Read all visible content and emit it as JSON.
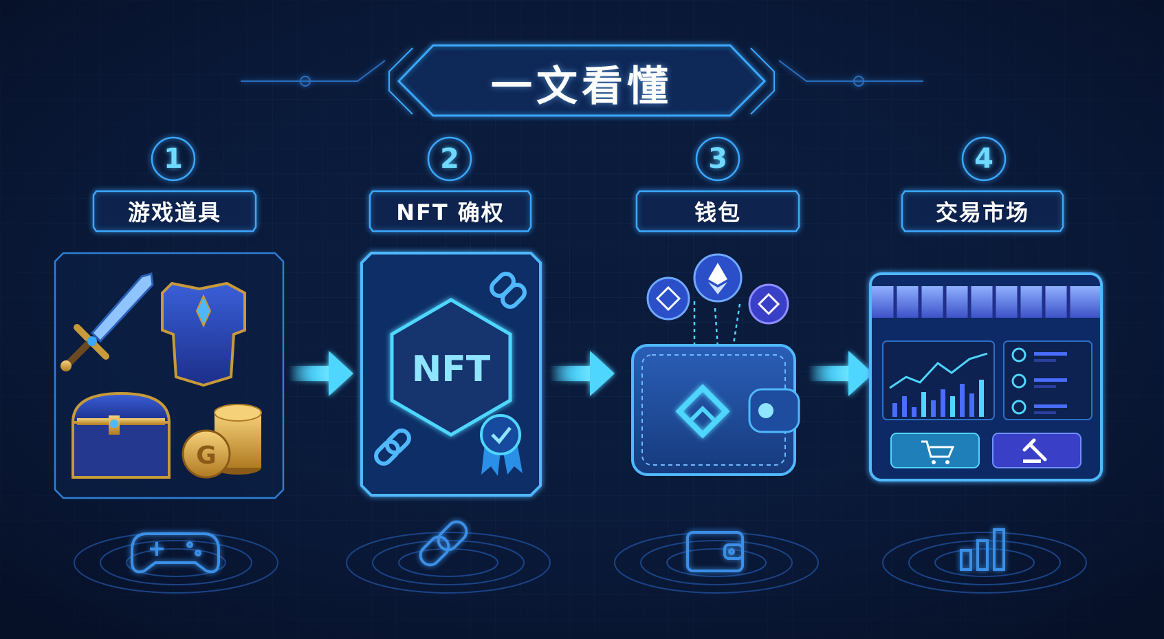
{
  "title": "一文看懂",
  "steps": [
    {
      "number": "1",
      "label": "游戏道具",
      "main_icon": "game-items-icon",
      "base_icon": "gamepad-icon"
    },
    {
      "number": "2",
      "label": "NFT 确权",
      "card_text": "NFT",
      "main_icon": "nft-card-icon",
      "base_icon": "chain-link-icon"
    },
    {
      "number": "3",
      "label": "钱包",
      "main_icon": "wallet-icon",
      "base_icon": "wallet-small-icon"
    },
    {
      "number": "4",
      "label": "交易市场",
      "main_icon": "marketplace-icon",
      "base_icon": "bar-chart-icon"
    }
  ],
  "colors": {
    "background": "#0a1a3a",
    "accent": "#4fd6ff",
    "frame": "#2f7fd6",
    "purple": "#4a3fd0"
  }
}
